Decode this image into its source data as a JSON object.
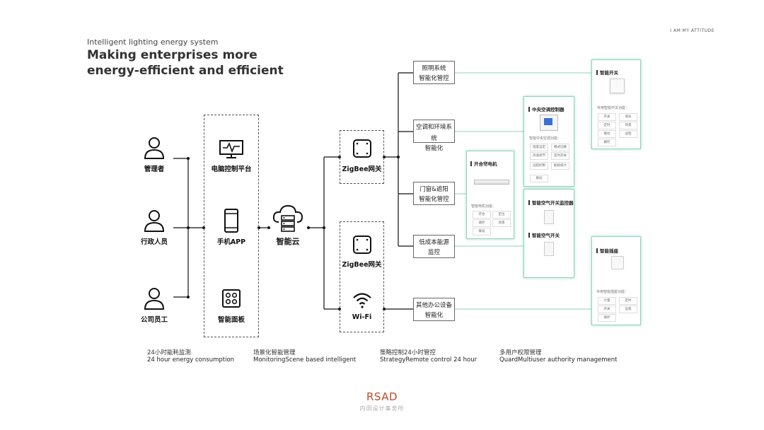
{
  "header": {
    "tagline": "I AM MY ATTITUDE",
    "subtitle": "Intelligent lighting energy system",
    "title_line1": "Making enterprises more",
    "title_line2": "energy-efficient and efficient"
  },
  "users": [
    {
      "label": "管理者",
      "icon": "person-icon"
    },
    {
      "label": "行政人员",
      "icon": "person-icon"
    },
    {
      "label": "公司员工",
      "icon": "person-icon"
    }
  ],
  "terminals": [
    {
      "label": "电脑控制平台",
      "icon": "monitor-pulse-icon"
    },
    {
      "label": "手机APP",
      "icon": "smartphone-icon"
    },
    {
      "label": "智能面板",
      "icon": "smart-panel-icon"
    }
  ],
  "cloud": {
    "label": "智能云",
    "icon": "cloud-server-icon"
  },
  "gateways": [
    {
      "label": "ZigBee网关",
      "icon": "gateway-icon"
    },
    {
      "label": "ZigBee网关",
      "icon": "gateway-icon"
    },
    {
      "label": "Wi-Fi",
      "icon": "wifi-icon"
    }
  ],
  "categories": [
    {
      "line1": "照明系统",
      "line2": "智能化管控"
    },
    {
      "line1": "空调和环境系统",
      "line2": "智能化"
    },
    {
      "line1": "门窗&遮阳",
      "line2": "智能化管控"
    },
    {
      "line1": "低成本能源",
      "line2": "监控"
    },
    {
      "line1": "其他办公设备",
      "line2": "智能化"
    }
  ],
  "panels": {
    "switch": {
      "title": "智能开关",
      "caption": "专用智能开关功能：",
      "chips": [
        "开关",
        "调光",
        "定时",
        "场景",
        "联动",
        "远程",
        "群控"
      ]
    },
    "thermostat": {
      "title": "中央空调控制器",
      "caption": "智能中央空调功能：",
      "chips": [
        "温度设定",
        "模式切换",
        "风速调节",
        "定时开关",
        "远程控制",
        "能耗统计"
      ],
      "footer": "联动"
    },
    "curtain": {
      "title": "开合帘电机",
      "caption": "智能电机功能：",
      "chips": [
        "开合",
        "定位",
        "遥控",
        "场景",
        "联动"
      ]
    },
    "air": {
      "title1": "智能空气开关监控器",
      "title2": "智能空气开关"
    },
    "socket": {
      "title": "智能插座",
      "caption": "专用智能插座功能：",
      "chips": [
        "计量",
        "定时",
        "开关",
        "远程",
        "保护"
      ]
    }
  },
  "features": [
    {
      "cn": "24小时能耗监测",
      "en": "24 hour energy consumption"
    },
    {
      "cn": "场景化智能管理",
      "en": "MonitoringScene based intelligent"
    },
    {
      "cn": "策略控制24小时管控",
      "en": "StrategyRemote control 24 hour"
    },
    {
      "cn": "多用户权限管理",
      "en": "QuardMultiuser authority management"
    }
  ],
  "brand": {
    "name": "RSAD",
    "sub": "内田设计事务所"
  },
  "colors": {
    "accent": "#c0492b",
    "panel_border": "#8fd3c0",
    "line": "#111111"
  }
}
